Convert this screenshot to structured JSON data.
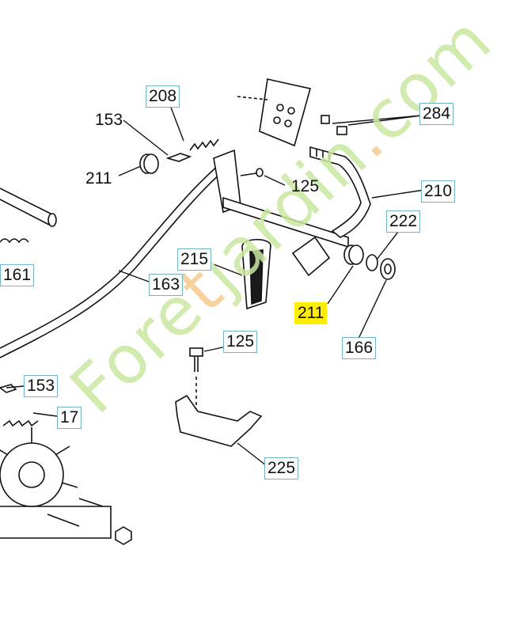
{
  "labels": {
    "p208": "208",
    "p153_top": "153",
    "p211_left": "211",
    "p125_top": "125",
    "p284": "284",
    "p210": "210",
    "p222": "222",
    "p161": "161",
    "p215": "215",
    "p163": "163",
    "p211_highlight": "211",
    "p166": "166",
    "p125_bottom": "125",
    "p153_bottom": "153",
    "p17": "17",
    "p225": "225"
  },
  "watermark": {
    "prefix": "Fore",
    "accent": "t",
    "middle": "jardin",
    "accent2": ".",
    "suffix": "com"
  },
  "colors": {
    "label_border": "#6fb4c7",
    "highlight": "#ffee00",
    "watermark_green": "#c9e8a0",
    "watermark_orange": "#f6c98e"
  }
}
